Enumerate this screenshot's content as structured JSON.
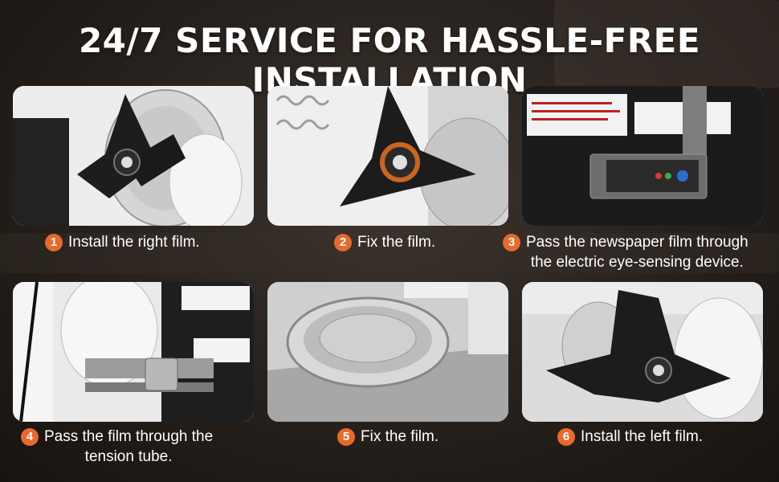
{
  "title": "24/7 SERVICE FOR HASSLE-FREE INSTALLATION",
  "steps": [
    {
      "number": "1",
      "line1": "Install the right film.",
      "line2": ""
    },
    {
      "number": "2",
      "line1": "Fix the film.",
      "line2": ""
    },
    {
      "number": "3",
      "line1": "Pass the newspaper film through",
      "line2": "the electric eye-sensing device."
    },
    {
      "number": "4",
      "line1": "Pass the film through the",
      "line2": "tension tube."
    },
    {
      "number": "5",
      "line1": "Fix the film.",
      "line2": ""
    },
    {
      "number": "6",
      "line1": "Install the left film.",
      "line2": ""
    }
  ],
  "colors": {
    "accent": "#e8692a",
    "background": "#2a2420",
    "text": "#ffffff"
  }
}
